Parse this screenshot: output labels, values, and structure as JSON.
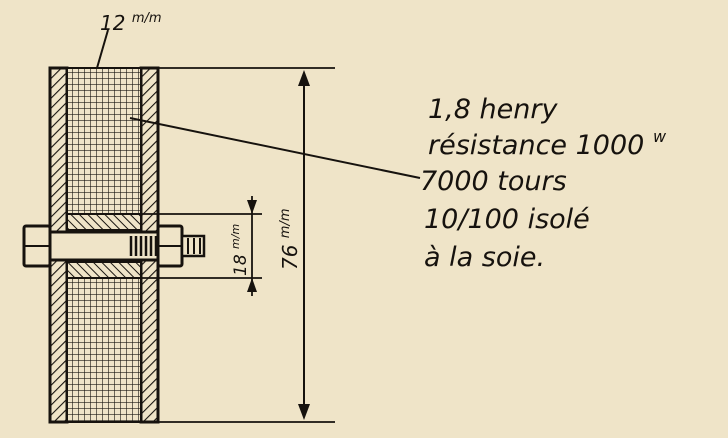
{
  "dimensions": {
    "width_label": {
      "value": "12",
      "unit": "m/m"
    },
    "height_label": {
      "value": "76",
      "unit": "m/m"
    },
    "core_label": {
      "value": "18",
      "unit": "m/m"
    }
  },
  "notes": {
    "line1": "1,8 henry",
    "line2_text": "résistance 1000",
    "line2_sup": "w",
    "line3": "7000 tours",
    "line4": "10/100 isolé",
    "line5": "à la soie."
  },
  "colors": {
    "paper": "#efe4c8",
    "ink": "#16120e"
  }
}
